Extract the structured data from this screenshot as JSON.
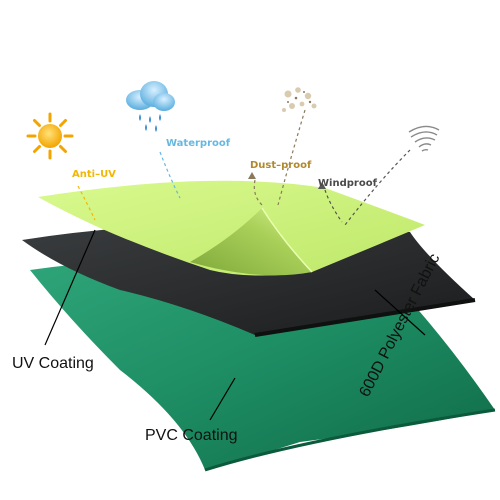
{
  "features": {
    "anti_uv": {
      "label": "Anti–UV",
      "color": "#f2b705"
    },
    "waterproof": {
      "label": "Waterproof",
      "color": "#66b8e0"
    },
    "dust_proof": {
      "label": "Dust–proof",
      "color": "#b0892d"
    },
    "windproof": {
      "label": "Windproof",
      "color": "#4a4a4a"
    }
  },
  "layers": {
    "uv_coating": {
      "label": "UV Coating",
      "color": "#c9f07a"
    },
    "polyester_fabric": {
      "label": "600D Polyester Fabric",
      "color": "#2a2c2d"
    },
    "pvc_coating": {
      "label": "PVC Coating",
      "color": "#1f8a64"
    }
  },
  "icons": [
    "sun-icon",
    "rain-cloud-icon",
    "dust-particles-icon",
    "wind-swirl-icon"
  ]
}
